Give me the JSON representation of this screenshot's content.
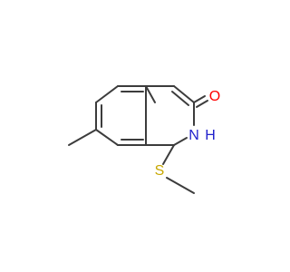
{
  "molecule": {
    "atoms": {
      "oxygen": "O",
      "nh_n": "N",
      "nh_h": "H",
      "sulfur": "S"
    },
    "colors": {
      "bond": "#3c3c3c",
      "oxygen": "#ff0000",
      "nitrogen": "#2222cc",
      "sulfur": "#c8a800"
    }
  }
}
